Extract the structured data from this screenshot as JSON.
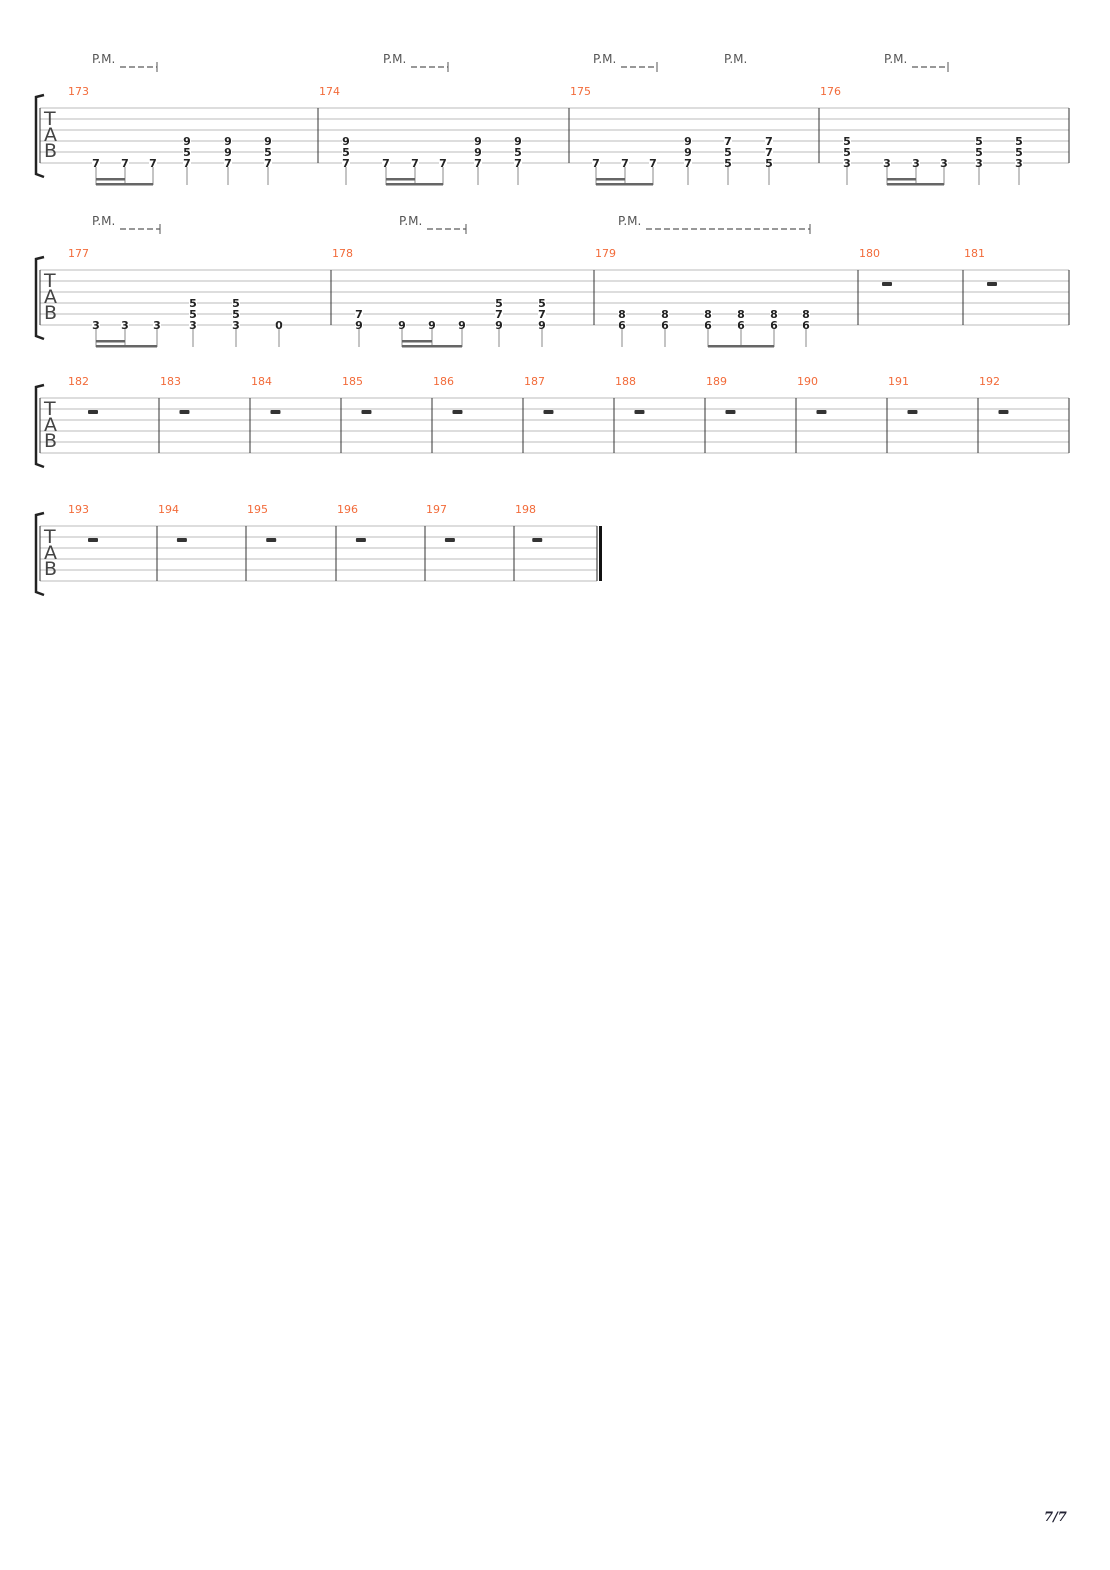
{
  "clef_letters": [
    "T",
    "A",
    "B"
  ],
  "page_number": "7/7",
  "colors": {
    "measure_number": "#f26b3a",
    "staff_line": "#bbbbbb",
    "fret": "#222222"
  },
  "systems": [
    {
      "palm_mutes": [
        {
          "label": "P.M.",
          "dashed": true
        },
        {
          "label": "P.M.",
          "dashed": true
        },
        {
          "label": "P.M.",
          "dashed": true
        },
        {
          "label": "P.M.",
          "dashed": false
        },
        {
          "label": "P.M.",
          "dashed": true
        }
      ],
      "measures": [
        {
          "number": "173",
          "chords": [
            [
              [
                6,
                "7"
              ]
            ],
            [
              [
                6,
                "7"
              ]
            ],
            [
              [
                6,
                "7"
              ]
            ],
            [
              [
                4,
                "9"
              ],
              [
                5,
                "5"
              ],
              [
                6,
                "7"
              ]
            ],
            [
              [
                4,
                "9"
              ],
              [
                5,
                "9"
              ],
              [
                6,
                "7"
              ]
            ],
            [
              [
                4,
                "9"
              ],
              [
                5,
                "5"
              ],
              [
                6,
                "7"
              ]
            ]
          ]
        },
        {
          "number": "174",
          "chords": [
            [
              [
                4,
                "9"
              ],
              [
                5,
                "5"
              ],
              [
                6,
                "7"
              ]
            ],
            [
              [
                6,
                "7"
              ]
            ],
            [
              [
                6,
                "7"
              ]
            ],
            [
              [
                6,
                "7"
              ]
            ],
            [
              [
                4,
                "9"
              ],
              [
                5,
                "9"
              ],
              [
                6,
                "7"
              ]
            ],
            [
              [
                4,
                "9"
              ],
              [
                5,
                "5"
              ],
              [
                6,
                "7"
              ]
            ]
          ]
        },
        {
          "number": "175",
          "chords": [
            [
              [
                6,
                "7"
              ]
            ],
            [
              [
                6,
                "7"
              ]
            ],
            [
              [
                6,
                "7"
              ]
            ],
            [
              [
                4,
                "9"
              ],
              [
                5,
                "9"
              ],
              [
                6,
                "7"
              ]
            ],
            [
              [
                4,
                "7"
              ],
              [
                5,
                "5"
              ],
              [
                6,
                "5"
              ]
            ],
            [
              [
                4,
                "7"
              ],
              [
                5,
                "7"
              ],
              [
                6,
                "5"
              ]
            ]
          ]
        },
        {
          "number": "176",
          "chords": [
            [
              [
                4,
                "5"
              ],
              [
                5,
                "5"
              ],
              [
                6,
                "3"
              ]
            ],
            [
              [
                6,
                "3"
              ]
            ],
            [
              [
                6,
                "3"
              ]
            ],
            [
              [
                6,
                "3"
              ]
            ],
            [
              [
                4,
                "5"
              ],
              [
                5,
                "5"
              ],
              [
                6,
                "3"
              ]
            ],
            [
              [
                4,
                "5"
              ],
              [
                5,
                "5"
              ],
              [
                6,
                "3"
              ]
            ]
          ]
        }
      ]
    },
    {
      "palm_mutes": [
        {
          "label": "P.M.",
          "dashed": true
        },
        {
          "label": "P.M.",
          "dashed": true
        },
        {
          "label": "P.M.",
          "dashed": true
        }
      ],
      "measures": [
        {
          "number": "177",
          "chords": [
            [
              [
                6,
                "3"
              ]
            ],
            [
              [
                6,
                "3"
              ]
            ],
            [
              [
                6,
                "3"
              ]
            ],
            [
              [
                4,
                "5"
              ],
              [
                5,
                "5"
              ],
              [
                6,
                "3"
              ]
            ],
            [
              [
                4,
                "5"
              ],
              [
                5,
                "5"
              ],
              [
                6,
                "3"
              ]
            ],
            [
              [
                6,
                "0"
              ]
            ]
          ]
        },
        {
          "number": "178",
          "chords": [
            [
              [
                5,
                "7"
              ],
              [
                6,
                "9"
              ]
            ],
            [
              [
                6,
                "9"
              ]
            ],
            [
              [
                6,
                "9"
              ]
            ],
            [
              [
                6,
                "9"
              ]
            ],
            [
              [
                4,
                "5"
              ],
              [
                5,
                "7"
              ],
              [
                6,
                "9"
              ]
            ],
            [
              [
                4,
                "5"
              ],
              [
                5,
                "7"
              ],
              [
                6,
                "9"
              ]
            ]
          ]
        },
        {
          "number": "179",
          "chords": [
            [
              [
                5,
                "8"
              ],
              [
                6,
                "6"
              ]
            ],
            [
              [
                5,
                "8"
              ],
              [
                6,
                "6"
              ]
            ],
            [
              [
                5,
                "8"
              ],
              [
                6,
                "6"
              ]
            ],
            [
              [
                5,
                "8"
              ],
              [
                6,
                "6"
              ]
            ],
            [
              [
                5,
                "8"
              ],
              [
                6,
                "6"
              ]
            ],
            [
              [
                5,
                "8"
              ],
              [
                6,
                "6"
              ]
            ]
          ]
        },
        {
          "number": "180",
          "rest": true
        },
        {
          "number": "181",
          "rest": true
        }
      ]
    },
    {
      "palm_mutes": [],
      "measures": [
        {
          "number": "182",
          "rest": true
        },
        {
          "number": "183",
          "rest": true
        },
        {
          "number": "184",
          "rest": true
        },
        {
          "number": "185",
          "rest": true
        },
        {
          "number": "186",
          "rest": true
        },
        {
          "number": "187",
          "rest": true
        },
        {
          "number": "188",
          "rest": true
        },
        {
          "number": "189",
          "rest": true
        },
        {
          "number": "190",
          "rest": true
        },
        {
          "number": "191",
          "rest": true
        },
        {
          "number": "192",
          "rest": true
        }
      ]
    },
    {
      "palm_mutes": [],
      "measures": [
        {
          "number": "193",
          "rest": true
        },
        {
          "number": "194",
          "rest": true
        },
        {
          "number": "195",
          "rest": true
        },
        {
          "number": "196",
          "rest": true
        },
        {
          "number": "197",
          "rest": true
        },
        {
          "number": "198",
          "rest": true
        }
      ],
      "final_barline": true
    }
  ]
}
